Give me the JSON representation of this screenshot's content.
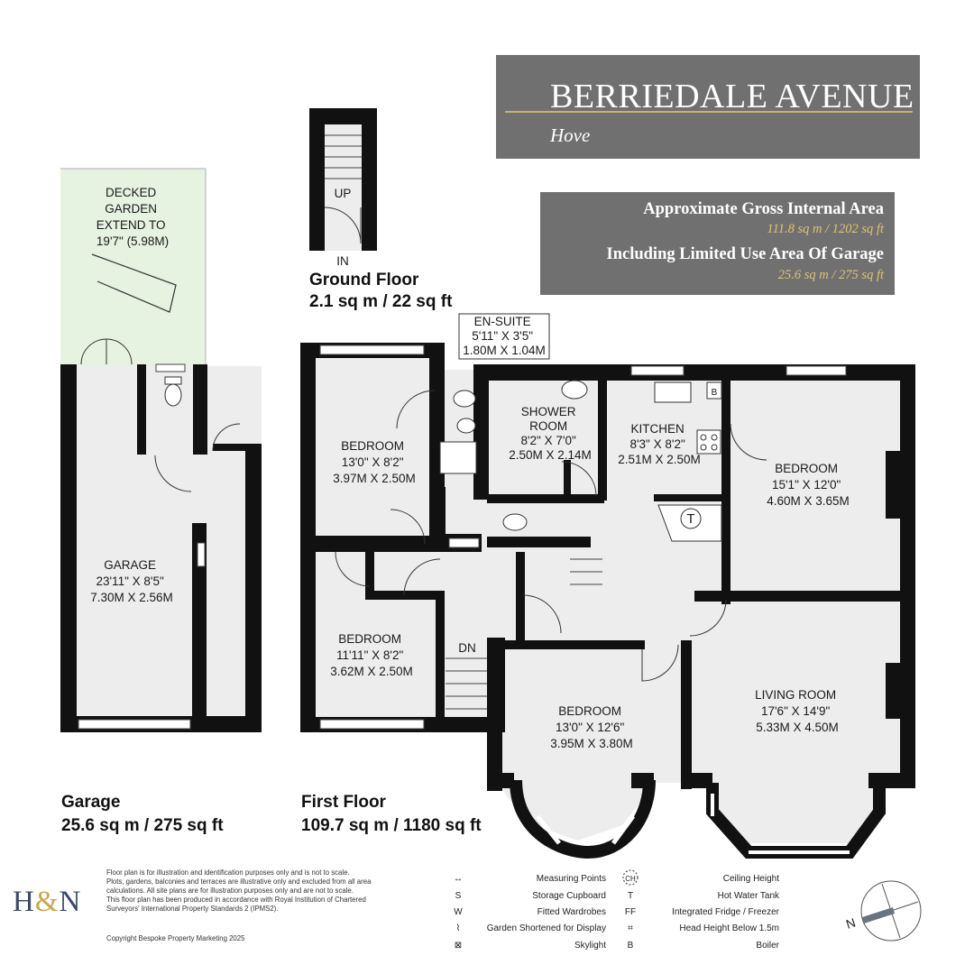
{
  "title": {
    "name": "BERRIEDALE AVENUE",
    "place": "Hove"
  },
  "area": {
    "gia_label": "Approximate Gross Internal Area",
    "gia_value": "111.8 sq m / 1202 sq ft",
    "garage_label": "Including Limited Use Area Of Garage",
    "garage_value": "25.6 sq m / 275 sq ft"
  },
  "floors": {
    "ground": {
      "name": "Ground Floor",
      "area": "2.1 sq m / 22 sq ft",
      "up": "UP",
      "in": "IN"
    },
    "garage": {
      "name": "Garage",
      "area": "25.6 sq m / 275 sq ft"
    },
    "first": {
      "name": "First Floor",
      "area": "109.7 sq m / 1180 sq ft",
      "dn": "DN"
    }
  },
  "rooms": {
    "garden": [
      "DECKED",
      "GARDEN",
      "EXTEND TO",
      "19'7\" (5.98M)"
    ],
    "garage": [
      "GARAGE",
      "23'11\" X 8'5\"",
      "7.30M X 2.56M"
    ],
    "bed1": [
      "BEDROOM",
      "13'0\" X 8'2\"",
      "3.97M X 2.50M"
    ],
    "bed2": [
      "BEDROOM",
      "11'11\" X 8'2\"",
      "3.62M X 2.50M"
    ],
    "ensuite": [
      "EN-SUITE",
      "5'11\" X 3'5\"",
      "1.80M X 1.04M"
    ],
    "shower": [
      "SHOWER",
      "ROOM",
      "8'2\" X 7'0\"",
      "2.50M X 2.14M"
    ],
    "kitchen": [
      "KITCHEN",
      "8'3\" X 8'2\"",
      "2.51M X 2.50M"
    ],
    "bed3": [
      "BEDROOM",
      "15'1\" X 12'0\"",
      "4.60M X 3.65M"
    ],
    "bed4": [
      "BEDROOM",
      "13'0\" X 12'6\"",
      "3.95M X 3.80M"
    ],
    "living": [
      "LIVING ROOM",
      "17'6\" X 14'9\"",
      "5.33M X 4.50M"
    ]
  },
  "fixtures": {
    "tank": "T",
    "boiler": "B"
  },
  "legend": {
    "left": [
      {
        "sym": "↔",
        "label": "Measuring Points"
      },
      {
        "sym": "S",
        "label": "Storage Cupboard"
      },
      {
        "sym": "W",
        "label": "Fitted Wardrobes"
      },
      {
        "sym": "⌇",
        "label": "Garden Shortened for Display"
      },
      {
        "sym": "⊠",
        "label": "Skylight"
      }
    ],
    "right": [
      {
        "sym": "CH",
        "label": "Ceiling Height"
      },
      {
        "sym": "T",
        "label": "Hot Water Tank"
      },
      {
        "sym": "FF",
        "label": "Integrated Fridge / Freezer"
      },
      {
        "sym": "⌗",
        "label": "Head Height Below 1.5m"
      },
      {
        "sym": "B",
        "label": "Boiler"
      }
    ]
  },
  "disclaimer": [
    "Floor plan is for illustration and identification purposes only and is not to scale.",
    "Plots, gardens, balconies and terraces are illustrative only and excluded from all area",
    "calculations.  All site plans are for illustration purposes only and are not to scale.",
    "This floor plan has been produced in accordance with Royal Institution of Chartered",
    "Surveyors' International Property Standards 2 (IPMS2)."
  ],
  "copyright": "Copyright Bespoke Property Marketing 2025",
  "logo": {
    "h": "H",
    "amp": "&",
    "n": "N"
  },
  "compass": "N"
}
